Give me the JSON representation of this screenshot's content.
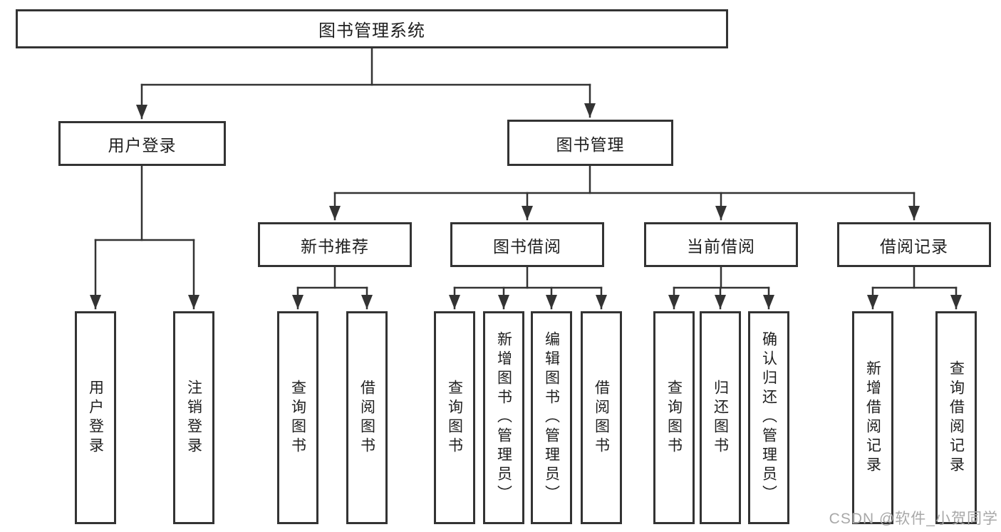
{
  "colors": {
    "line": "#333333",
    "box_border": "#333333",
    "text": "#1f1f1f",
    "background": "#ffffff",
    "watermark": "#a8a8a8"
  },
  "watermark": "CSDN @软件_小贺同学",
  "diagram": {
    "type": "hierarchy-tree",
    "root": {
      "label": "图书管理系统"
    },
    "branches": [
      {
        "label": "用户登录",
        "children": [
          {
            "label": "用户登录"
          },
          {
            "label": "注销登录"
          }
        ]
      },
      {
        "label": "图书管理",
        "children": [
          {
            "label": "新书推荐",
            "children": [
              {
                "label": "查询图书"
              },
              {
                "label": "借阅图书"
              }
            ]
          },
          {
            "label": "图书借阅",
            "children": [
              {
                "label": "查询图书"
              },
              {
                "label": "新增图书（管理员）"
              },
              {
                "label": "编辑图书（管理员）"
              },
              {
                "label": "借阅图书"
              }
            ]
          },
          {
            "label": "当前借阅",
            "children": [
              {
                "label": "查询图书"
              },
              {
                "label": "归还图书"
              },
              {
                "label": "确认归还（管理员）"
              }
            ]
          },
          {
            "label": "借阅记录",
            "children": [
              {
                "label": "新增借阅记录"
              },
              {
                "label": "查询借阅记录"
              }
            ]
          }
        ]
      }
    ]
  }
}
